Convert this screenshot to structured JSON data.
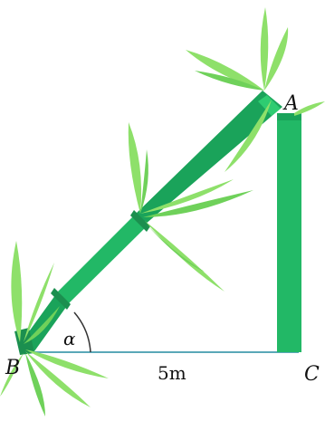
{
  "figure": {
    "labels": {
      "A": "A",
      "B": "B",
      "C": "C",
      "angle": "α",
      "base_length": "5m"
    },
    "colors": {
      "bamboo_dark": "#1aa35a",
      "bamboo_main": "#22b866",
      "bamboo_light": "#2ecc71",
      "leaf": "#8ee06a",
      "leaf_dark": "#6fd15a",
      "ground_line": "#5aa8b8",
      "angle_arc": "#333333"
    }
  }
}
